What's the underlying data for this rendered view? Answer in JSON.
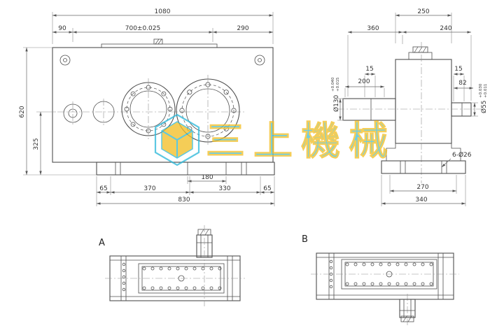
{
  "front": {
    "dim_total_width": "1080",
    "dim_left_offset": "90",
    "dim_center_span": "700±0.025",
    "dim_right_offset": "290",
    "dim_total_height": "620",
    "dim_center_height": "325",
    "dim_slot_span": "180",
    "dim_foot_left": "65",
    "dim_span_left": "370",
    "dim_span_right": "330",
    "dim_foot_right": "65",
    "dim_base_width": "830"
  },
  "side": {
    "dim_top_width": "250",
    "dim_left_span": "360",
    "dim_right_span": "240",
    "dim_step_left": "15",
    "dim_shaft_length": "200",
    "dim_step_right": "15",
    "dim_shaft_right_length": "82",
    "dim_bore_large": "Ø130",
    "dim_bore_large_tol_upper": "+0.040",
    "dim_bore_large_tol_lower": "+0.015",
    "dim_shaft_small": "Ø55",
    "dim_shaft_small_tol_upper": "+0.030",
    "dim_shaft_small_tol_lower": "+0.011",
    "dim_bolt_holes": "6-Ø26",
    "dim_base_inner": "270",
    "dim_base_width": "340"
  },
  "sections": {
    "label_a": "A",
    "label_b": "B"
  },
  "watermark": {
    "text": "三上機械"
  }
}
